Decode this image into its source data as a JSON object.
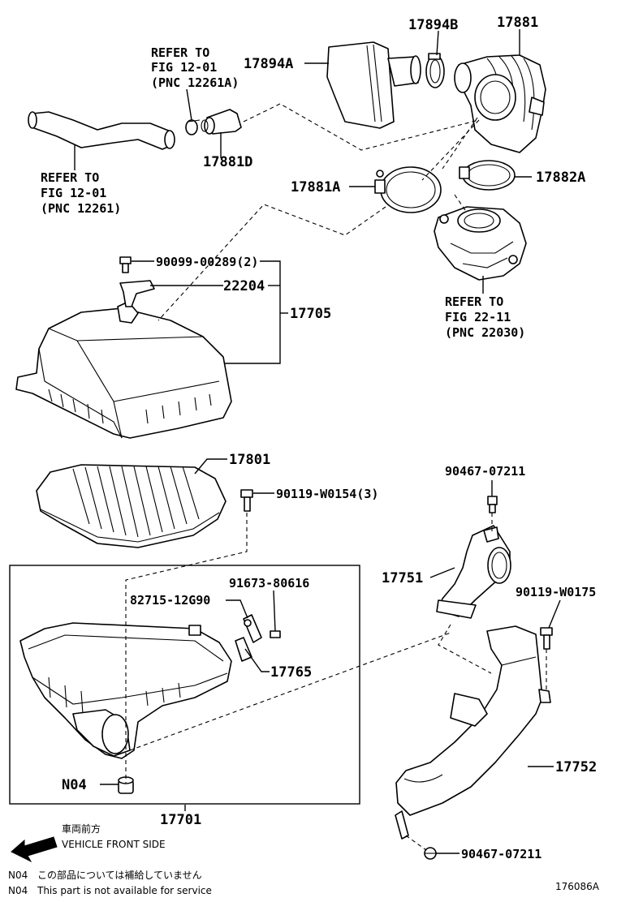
{
  "diagram": {
    "labels": {
      "p17881": "17881",
      "p17894B": "17894B",
      "p17894A": "17894A",
      "refer_1a_line1": "REFER TO",
      "refer_1a_line2": "FIG 12-01",
      "refer_1a_line3": "(PNC 12261A)",
      "refer_1b_line1": "REFER TO",
      "refer_1b_line2": "FIG 12-01",
      "refer_1b_line3": "(PNC 12261)",
      "p17881D": "17881D",
      "p17881A": "17881A",
      "p17882A": "17882A",
      "refer_2_line1": "REFER TO",
      "refer_2_line2": "FIG 22-11",
      "refer_2_line3": "(PNC 22030)",
      "p90099": "90099-00289(2)",
      "p22204": "22204",
      "p17705": "17705",
      "p17801": "17801",
      "p90119a": "90119-W0154(3)",
      "p90467a": "90467-07211",
      "p91673": "91673-80616",
      "p82715": "82715-12G90",
      "p17751": "17751",
      "p90119b": "90119-W0175",
      "p17765": "17765",
      "pN04": "N04",
      "p17752": "17752",
      "p17701": "17701",
      "p90467b": "90467-07211"
    },
    "direction": {
      "jp": "車両前方",
      "en": "VEHICLE FRONT SIDE"
    },
    "notes": {
      "jp_code": "N04",
      "jp_text": "この部品については補給していません",
      "en_code": "N04",
      "en_text": "This part is not available for service"
    },
    "figure_id": "176086A"
  }
}
